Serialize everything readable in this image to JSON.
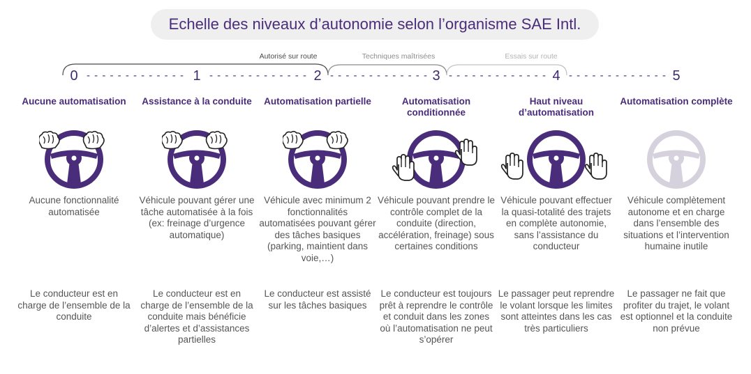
{
  "title": "Echelle des niveaux d’autonomie selon l’organisme SAE Intl.",
  "brackets": [
    {
      "label": "Autorisé sur route",
      "color": "#4a4a4a"
    },
    {
      "label": "Techniques maîtrisées",
      "color": "#8c8c8c"
    },
    {
      "label": "Essais sur route",
      "color": "#b3b3b3"
    }
  ],
  "dashes": "- - - - - - - - - - - - -",
  "colors": {
    "accent": "#4a2d7a",
    "faded": "#d6d2dd",
    "text": "#555555"
  },
  "levels": [
    {
      "number": "0",
      "title": "Aucune automatisation",
      "icon": "steering-wheel-hands-on-icon",
      "description": "Aucune fonctionnalité automatisée",
      "driver": "Le conducteur est en charge de l’ensemble de la conduite"
    },
    {
      "number": "1",
      "title": "Assistance à la conduite",
      "icon": "steering-wheel-hands-on-icon",
      "description": "Véhicule pouvant gérer une tâche automatisée à la fois (ex: freinage d’urgence automatique)",
      "driver": "Le conducteur est en charge de l’ensemble de la conduite mais bénéficie d’alertes et d’assistances partielles"
    },
    {
      "number": "2",
      "title": "Automatisation partielle",
      "icon": "steering-wheel-hands-on-icon",
      "description": "Véhicule avec minimum 2 fonctionnalités automatisées pouvant gérer des tâches basiques (parking, maintient dans voie,…)",
      "driver": "Le conducteur est assisté sur les tâches basiques"
    },
    {
      "number": "3",
      "title": "Automatisation conditionnée",
      "icon": "steering-wheel-hands-off-icon",
      "description": "Véhicule pouvant prendre le contrôle complet de la conduite (direction, accélération, freinage) sous certaines conditions",
      "driver": "Le conducteur est toujours prêt à reprendre le contrôle et conduit dans les zones où l’automatisation ne peut s’opérer"
    },
    {
      "number": "4",
      "title": "Haut niveau d’automatisation",
      "icon": "steering-wheel-hands-off-icon",
      "description": "Véhicule pouvant effectuer la quasi-totalité des trajets en complète autonomie, sans l’assistance du conducteur",
      "driver": "Le passager peut reprendre le volant lorsque les limites sont atteintes dans les cas très particuliers"
    },
    {
      "number": "5",
      "title": "Automatisation complète",
      "icon": "steering-wheel-faded-icon",
      "description": "Véhicule complètement autonome et en charge dans l’ensemble des situations et l’intervention humaine inutile",
      "driver": "Le passager ne fait que profiter du trajet, le volant est optionnel et la conduite non prévue"
    }
  ]
}
